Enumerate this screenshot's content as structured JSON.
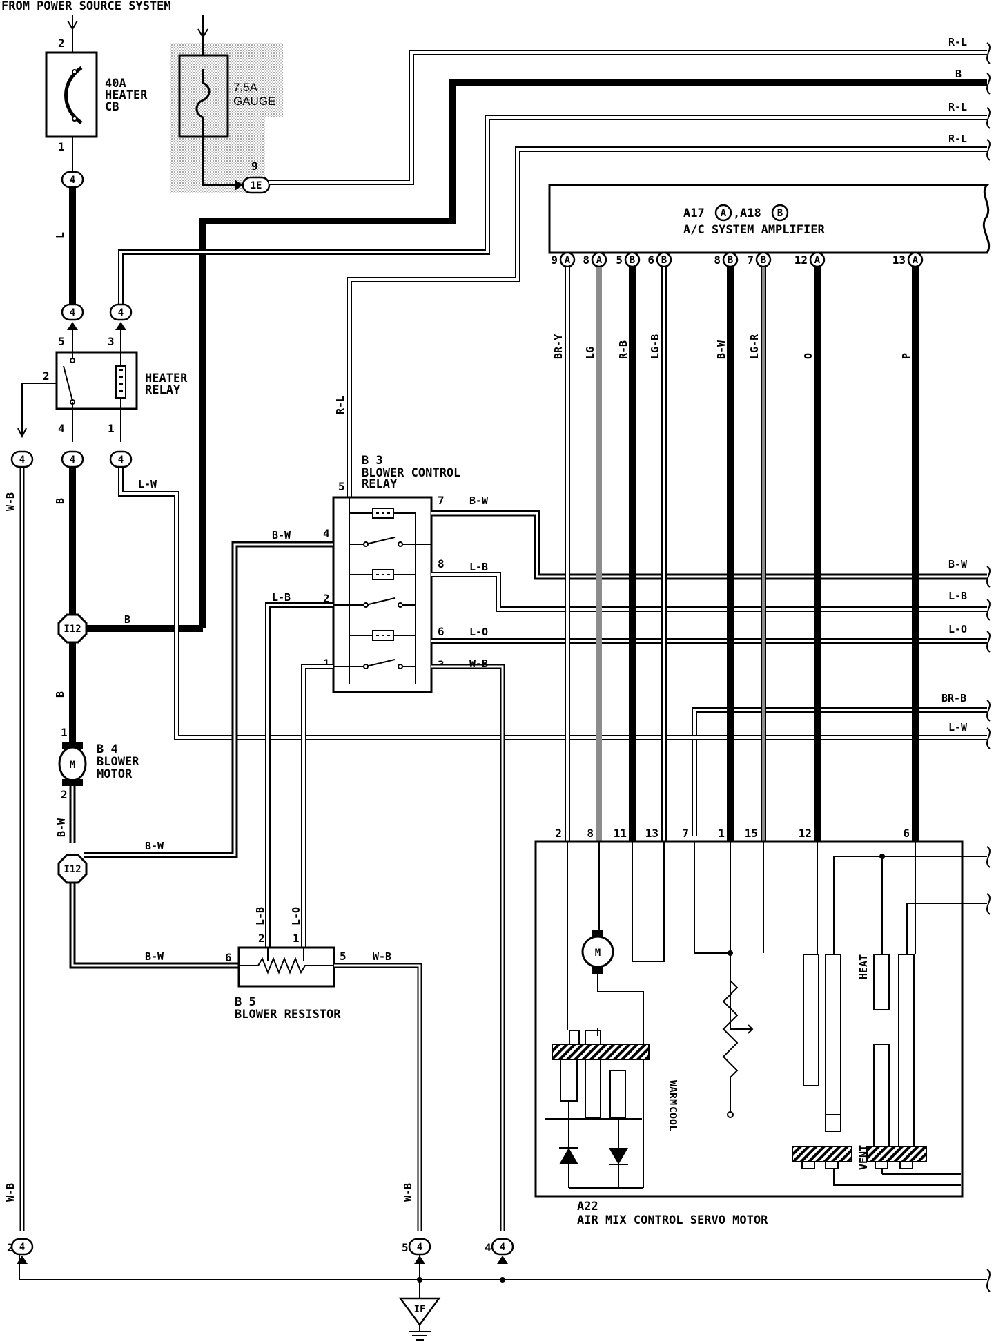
{
  "header": {
    "source_text": "FROM POWER SOURCE SYSTEM"
  },
  "components": {
    "heater_cb": {
      "rating": "40A",
      "name_1": "HEATER",
      "name_2": "CB"
    },
    "gauge_fuse": {
      "rating": "7.5A",
      "name": "GAUGE"
    },
    "amplifier": {
      "ref_1": "A17",
      "conn_a": "A",
      "ref_sep": ",",
      "ref_2": "A18",
      "conn_b": "B",
      "name": "A/C SYSTEM AMPLIFIER"
    },
    "heater_relay": {
      "name_1": "HEATER",
      "name_2": "RELAY"
    },
    "blower_control_relay": {
      "ref": "B 3",
      "name_1": "BLOWER CONTROL",
      "name_2": "RELAY"
    },
    "blower_motor": {
      "ref": "B 4",
      "name_1": "BLOWER",
      "name_2": "MOTOR",
      "symbol": "M"
    },
    "blower_resistor": {
      "ref": "B 5",
      "name": "BLOWER RESISTOR"
    },
    "servo_motor": {
      "ref": "A22",
      "name": "AIR MIX CONTROL SERVO MOTOR",
      "motor_symbol": "M",
      "warm": "WARM",
      "cool": "COOL",
      "heat": "HEAT",
      "vent": "VENT"
    },
    "ground": {
      "name": "IF"
    }
  },
  "connectors": {
    "c4": "4",
    "c1e": "1E",
    "i12": "I12"
  },
  "pins": {
    "cb_in": "2",
    "cb_out": "1",
    "gauge_out": "9",
    "relay_5": "5",
    "relay_3": "3",
    "relay_2": "2",
    "relay_4": "4",
    "relay_1": "1",
    "bcr_5": "5",
    "bcr_7": "7",
    "bcr_4": "4",
    "bcr_8": "8",
    "bcr_2": "2",
    "bcr_6": "6",
    "bcr_1": "1",
    "bcr_3": "3",
    "motor_1": "1",
    "motor_2": "2",
    "res_2": "2",
    "res_1": "1",
    "res_6": "6",
    "res_5": "5",
    "amp": [
      "9",
      "8",
      "5",
      "6",
      "8",
      "7",
      "12",
      "13"
    ],
    "servo": [
      "2",
      "8",
      "11",
      "13",
      "7",
      "1",
      "15",
      "12",
      "6"
    ],
    "bottom_2": "2",
    "bottom_5": "5",
    "bottom_4": "4"
  },
  "amp_conn_letters": [
    "A",
    "A",
    "B",
    "B",
    "B",
    "B",
    "A",
    "A"
  ],
  "wires": {
    "right": [
      "R-L",
      "B",
      "R-L",
      "R-L",
      "B-W",
      "L-B",
      "L-O",
      "BR-B",
      "L-W"
    ],
    "amp_vertical": [
      "BR-Y",
      "LG",
      "R-B",
      "LG-B",
      "B-W",
      "LG-R",
      "O",
      "P"
    ],
    "l": "L",
    "r_l": "R-L",
    "w_b": "W-B",
    "b": "B",
    "l_w": "L-W",
    "b_w": "B-W",
    "l_b": "L-B",
    "l_o": "L-O",
    "br_b": "BR-B"
  },
  "colors": {
    "line": "#000000",
    "gray_wire": "#8c8c8c",
    "shade": "#d0d0d0"
  }
}
